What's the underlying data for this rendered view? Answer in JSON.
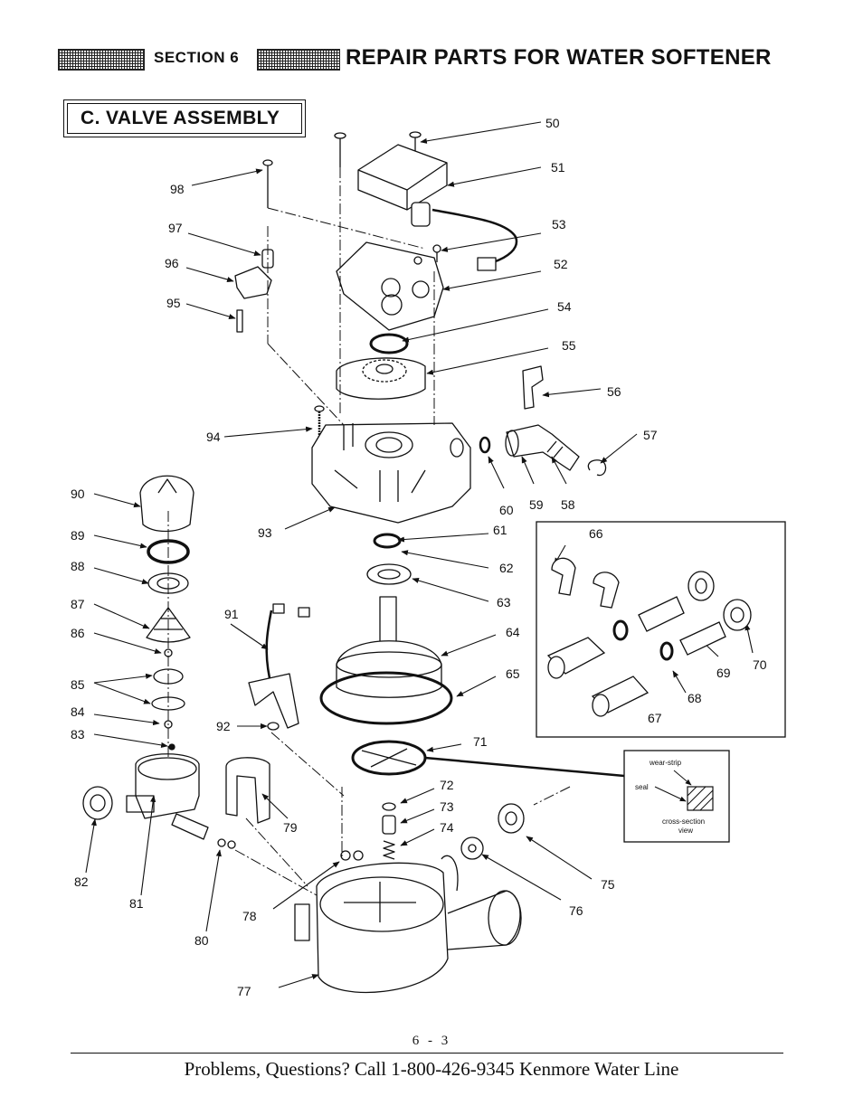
{
  "header": {
    "section": "SECTION 6",
    "title": "REPAIR PARTS FOR WATER SOFTENER"
  },
  "subsection": "C. VALVE ASSEMBLY",
  "parts": {
    "p50": "50",
    "p51": "51",
    "p52": "52",
    "p53": "53",
    "p54": "54",
    "p55": "55",
    "p56": "56",
    "p57": "57",
    "p58": "58",
    "p59": "59",
    "p60": "60",
    "p61": "61",
    "p62": "62",
    "p63": "63",
    "p64": "64",
    "p65": "65",
    "p66": "66",
    "p67": "67",
    "p68": "68",
    "p69": "69",
    "p70": "70",
    "p71": "71",
    "p72": "72",
    "p73": "73",
    "p74": "74",
    "p75": "75",
    "p76": "76",
    "p77": "77",
    "p78": "78",
    "p79": "79",
    "p80": "80",
    "p81": "81",
    "p82": "82",
    "p83": "83",
    "p84": "84",
    "p85": "85",
    "p86": "86",
    "p87": "87",
    "p88": "88",
    "p89": "89",
    "p90": "90",
    "p91": "91",
    "p92": "92",
    "p93": "93",
    "p94": "94",
    "p95": "95",
    "p96": "96",
    "p97": "97",
    "p98": "98"
  },
  "inset": {
    "wear_strip": "wear-strip",
    "seal": "seal",
    "cross_section_1": "cross-section",
    "cross_section_2": "view"
  },
  "page_number": "6 - 3",
  "footer": "Problems, Questions? Call 1-800-426-9345 Kenmore Water Line"
}
